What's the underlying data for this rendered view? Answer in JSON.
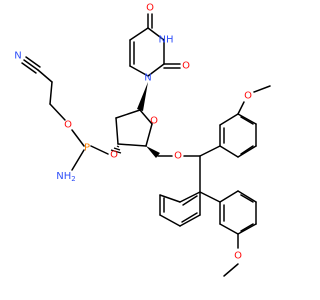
{
  "colors": {
    "carbon": "#000000",
    "oxygen": "#ff0d0d",
    "nitrogen": "#3050f8",
    "phosphorus": "#ff8000"
  },
  "atoms": {
    "uracil_o4": "O",
    "uracil_o2": "O",
    "uracil_nh": "NH",
    "uracil_n1": "N",
    "sugar_o4": "O",
    "o5": "O",
    "o3": "O",
    "p": "P",
    "cyanoethyl_o": "O",
    "nitrile_n": "N",
    "amine": "NH",
    "amine_sub": "2",
    "methoxy_o_top": "O",
    "methoxy_o_bottom": "O"
  }
}
